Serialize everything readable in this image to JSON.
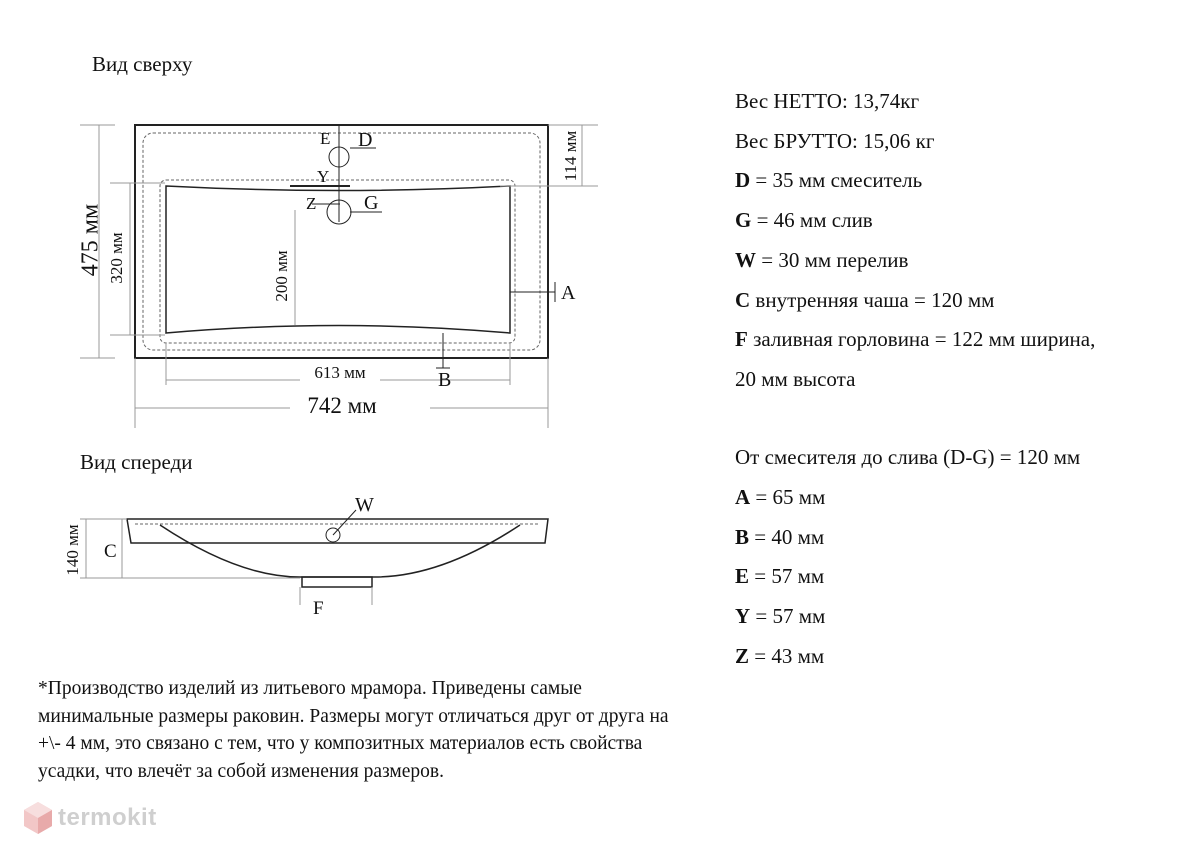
{
  "top_view": {
    "heading": "Вид сверху",
    "labels": {
      "dim_475": "475 мм",
      "dim_320": "320 мм",
      "dim_114": "114 мм",
      "dim_200": "200 мм",
      "dim_613": "613 мм",
      "dim_742": "742 мм",
      "E": "E",
      "D": "D",
      "Y": "Y",
      "Z": "Z",
      "G": "G",
      "A": "A",
      "B": "B"
    }
  },
  "front_view": {
    "heading": "Вид спереди",
    "labels": {
      "W": "W",
      "C": "C",
      "F": "F",
      "dim_140": "140 мм"
    }
  },
  "specs": [
    {
      "key": "",
      "text": "Вес НЕТТО: 13,74кг"
    },
    {
      "key": "",
      "text": "Вес БРУТТО: 15,06 кг"
    },
    {
      "key": "D",
      "text": " = 35 мм смеситель"
    },
    {
      "key": "G",
      "text": " = 46 мм слив"
    },
    {
      "key": "W",
      "text": " = 30 мм перелив"
    },
    {
      "key": "C",
      "text": " внутренняя чаша = 120 мм"
    },
    {
      "key": "F",
      "text": " заливная горловина = 122 мм ширина,"
    },
    {
      "key": "",
      "text": "20 мм высота"
    },
    {
      "key": "",
      "text": "От смесителя до слива (D-G) = 120 мм"
    },
    {
      "key": "A",
      "text": " = 65 мм"
    },
    {
      "key": "B",
      "text": " = 40 мм"
    },
    {
      "key": "E",
      "text": " = 57 мм"
    },
    {
      "key": "Y",
      "text": " = 57 мм"
    },
    {
      "key": "Z",
      "text": " = 43 мм"
    }
  ],
  "footnote": "*Производство изделий из литьевого мрамора. Приведены самые минимальные размеры раковин. Размеры могут отличаться друг от друга на +\\- 4 мм, это связано с тем, что у композитных материалов есть свойства усадки, что влечёт за собой изменения размеров.",
  "logo": {
    "text": "termokit",
    "color": "#cfcfcf"
  }
}
